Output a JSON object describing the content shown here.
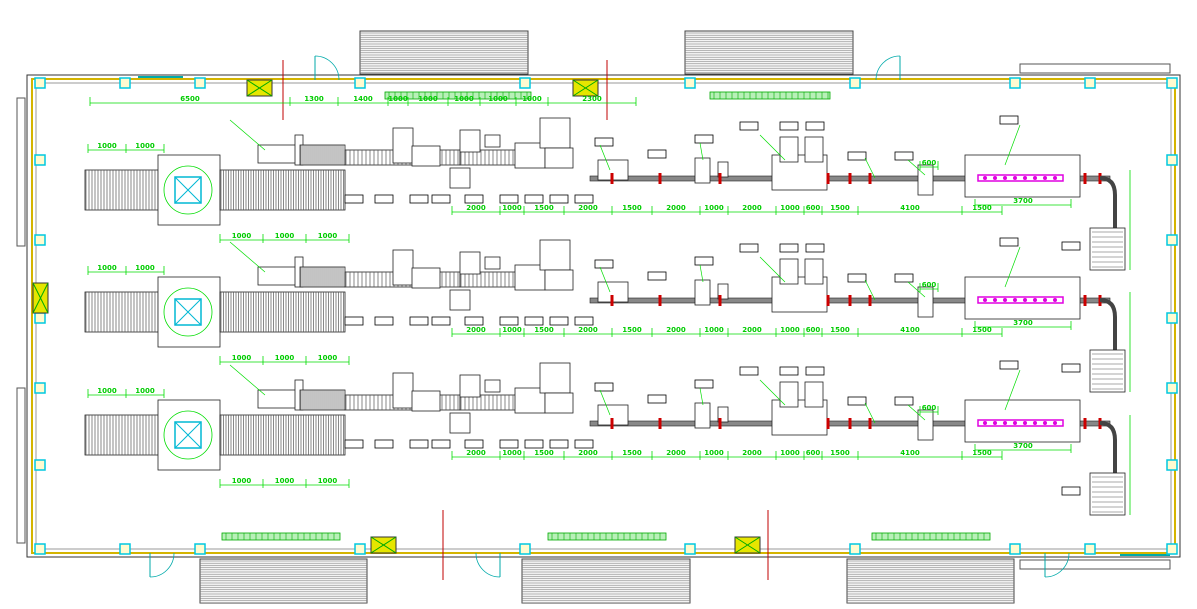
{
  "colors": {
    "wall": "#d4b400",
    "dimension": "#00dd00",
    "equipment": "#222222",
    "turntable": "#00b8d4",
    "highlight": "#e000e0",
    "column": "#00c8e0",
    "axis_line": "#c00000",
    "marker": "#e6e600"
  },
  "production_lines": [
    {
      "id": "line-1"
    },
    {
      "id": "line-2"
    },
    {
      "id": "line-3"
    }
  ],
  "dimensions": {
    "top": [
      "6500",
      "1300",
      "1400",
      "1000",
      "1000",
      "1000",
      "1000",
      "1000",
      "2300"
    ],
    "left_top": [
      "1000",
      "1000"
    ],
    "left_bottom": [
      "1000",
      "1000",
      "1000"
    ],
    "bottom": [
      "2000",
      "1000",
      "1500",
      "2000",
      "1500",
      "2000",
      "1000",
      "2000",
      "1000",
      "600",
      "1500",
      "4100",
      "1500"
    ],
    "machine_width": "3700",
    "station_width": "600"
  }
}
